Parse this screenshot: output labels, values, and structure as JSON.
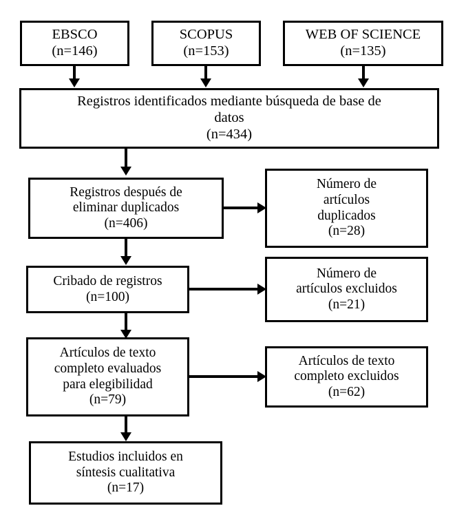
{
  "diagram": {
    "title": "PRISMA flow diagram",
    "language": "es",
    "stroke_color": "#000000",
    "background_color": "#ffffff",
    "boxes": [
      {
        "id": "ebsco",
        "label": "EBSCO\n(n=146)",
        "count": 146
      },
      {
        "id": "scopus",
        "label": "SCOPUS\n(n=153)",
        "count": 153
      },
      {
        "id": "wos",
        "label": "WEB OF SCIENCE\n(n=135)",
        "count": 135
      },
      {
        "id": "identificados",
        "label": "Registros identificados mediante búsqueda de base de\ndatos\n(n=434)",
        "count": 434
      },
      {
        "id": "duplicados-removidos",
        "label": "Registros después de\neliminar duplicados\n(n=406)",
        "count": 406
      },
      {
        "id": "duplicados",
        "label": "Número de\nartículos\nduplicados\n(n=28)",
        "count": 28
      },
      {
        "id": "cribado",
        "label": "Cribado de registros\n(n=100)",
        "count": 100
      },
      {
        "id": "excluidos",
        "label": "Número de\nartículos excluidos\n(n=21)",
        "count": 21
      },
      {
        "id": "elegibilidad",
        "label": "Artículos de texto\ncompleto evaluados\npara elegibilidad\n(n=79)",
        "count": 79
      },
      {
        "id": "texto-excluidos",
        "label": "Artículos de texto\ncompleto excluidos\n(n=62)",
        "count": 62
      },
      {
        "id": "incluidos",
        "label": "Estudios incluidos en\nsíntesis cualitativa\n(n=17)",
        "count": 17
      }
    ]
  }
}
